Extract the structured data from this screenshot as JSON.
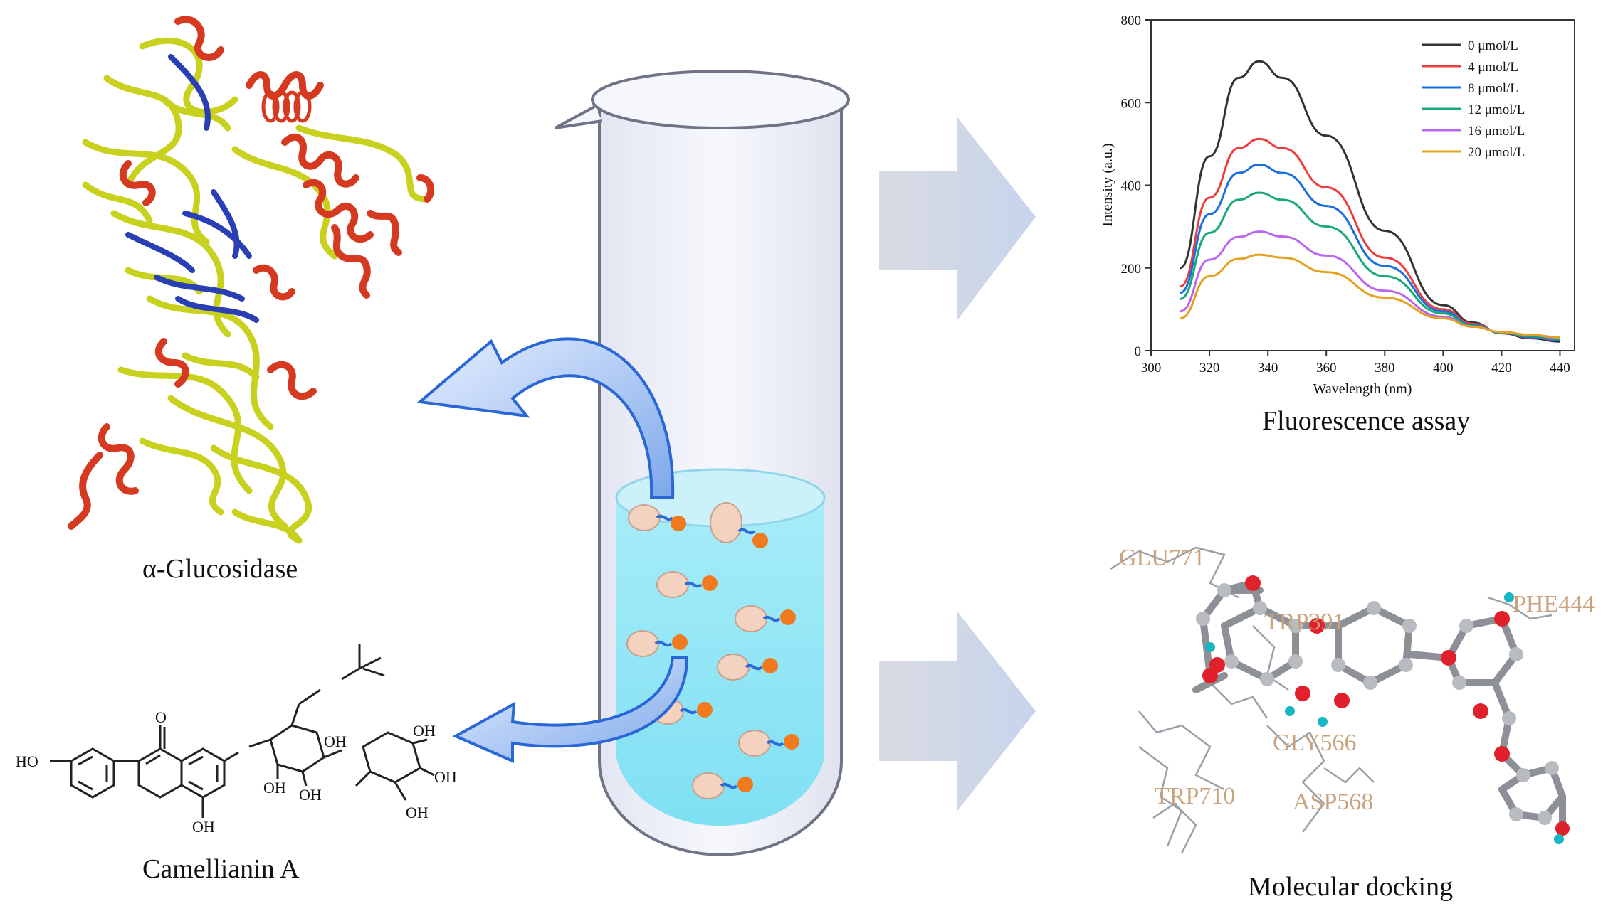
{
  "captions": {
    "enzyme": "α-Glucosidase",
    "compound": "Camellianin A",
    "fluorescence": "Fluorescence assay",
    "docking": "Molecular docking"
  },
  "structure_labels": {
    "ho_left": "HO",
    "o_ketone": "O",
    "oh_bottom": "OH",
    "oh1": "OH",
    "oh2": "OH",
    "oh3": "OH",
    "oh4": "OH",
    "oh5": "OH",
    "oh6": "OH"
  },
  "residues": [
    "GLU771",
    "TRP391",
    "PHE444",
    "GLY566",
    "ASP568",
    "TRP710"
  ],
  "chart_data": {
    "type": "line",
    "xlabel": "Wavelength (nm)",
    "ylabel": "Intensity (a.u.)",
    "xlim": [
      300,
      445
    ],
    "ylim": [
      0,
      800
    ],
    "x_ticks": [
      300,
      320,
      340,
      360,
      380,
      400,
      420,
      440
    ],
    "y_ticks": [
      0,
      200,
      400,
      600,
      800
    ],
    "legend_position": "top-right",
    "x": [
      310,
      320,
      330,
      337,
      345,
      360,
      380,
      400,
      410,
      420,
      430,
      440
    ],
    "series": [
      {
        "name": "0 μmol/L",
        "color": "#333333",
        "values": [
          200,
          470,
          660,
          700,
          660,
          520,
          290,
          110,
          68,
          42,
          30,
          22
        ]
      },
      {
        "name": "4 μmol/L",
        "color": "#ee3b3b",
        "values": [
          155,
          370,
          490,
          512,
          490,
          395,
          225,
          100,
          65,
          43,
          32,
          25
        ]
      },
      {
        "name": "8 μmol/L",
        "color": "#1a6fe0",
        "values": [
          140,
          330,
          430,
          450,
          430,
          350,
          205,
          95,
          62,
          43,
          33,
          26
        ]
      },
      {
        "name": "12 μmol/L",
        "color": "#18a878",
        "values": [
          125,
          285,
          365,
          382,
          365,
          300,
          180,
          90,
          60,
          44,
          35,
          28
        ]
      },
      {
        "name": "16 μmol/L",
        "color": "#bb66ee",
        "values": [
          95,
          220,
          275,
          288,
          276,
          230,
          145,
          82,
          58,
          45,
          38,
          30
        ]
      },
      {
        "name": "20 μmol/L",
        "color": "#e6a020",
        "values": [
          78,
          180,
          222,
          232,
          225,
          190,
          128,
          78,
          58,
          45,
          38,
          32
        ]
      }
    ]
  }
}
